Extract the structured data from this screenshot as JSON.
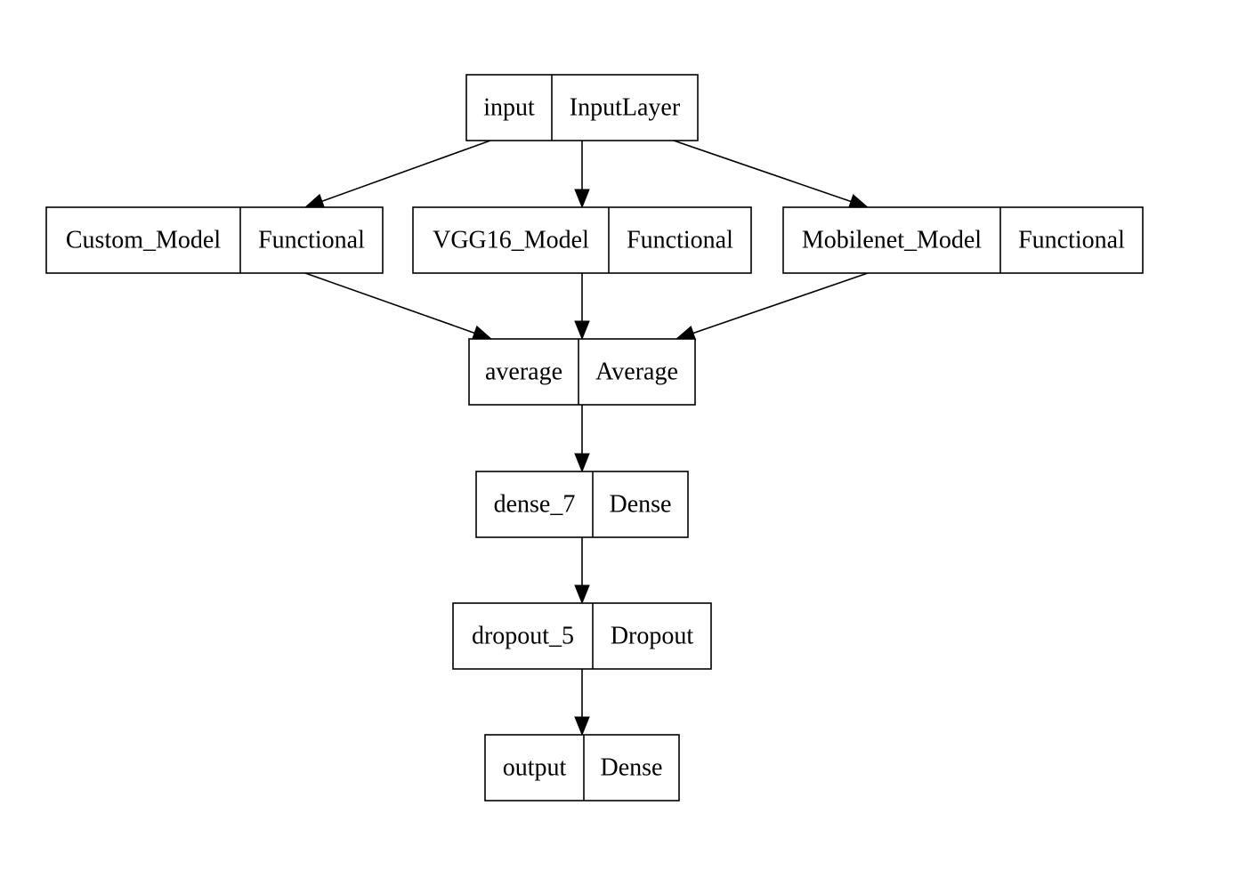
{
  "diagram": {
    "nodes": [
      {
        "id": "input",
        "name": "input",
        "type": "InputLayer"
      },
      {
        "id": "custom",
        "name": "Custom_Model",
        "type": "Functional"
      },
      {
        "id": "vgg16",
        "name": "VGG16_Model",
        "type": "Functional"
      },
      {
        "id": "mobilenet",
        "name": "Mobilenet_Model",
        "type": "Functional"
      },
      {
        "id": "average",
        "name": "average",
        "type": "Average"
      },
      {
        "id": "dense7",
        "name": "dense_7",
        "type": "Dense"
      },
      {
        "id": "dropout5",
        "name": "dropout_5",
        "type": "Dropout"
      },
      {
        "id": "output",
        "name": "output",
        "type": "Dense"
      }
    ],
    "edges": [
      {
        "from": "input",
        "to": "custom"
      },
      {
        "from": "input",
        "to": "vgg16"
      },
      {
        "from": "input",
        "to": "mobilenet"
      },
      {
        "from": "custom",
        "to": "average"
      },
      {
        "from": "vgg16",
        "to": "average"
      },
      {
        "from": "mobilenet",
        "to": "average"
      },
      {
        "from": "average",
        "to": "dense7"
      },
      {
        "from": "dense7",
        "to": "dropout5"
      },
      {
        "from": "dropout5",
        "to": "output"
      }
    ]
  }
}
